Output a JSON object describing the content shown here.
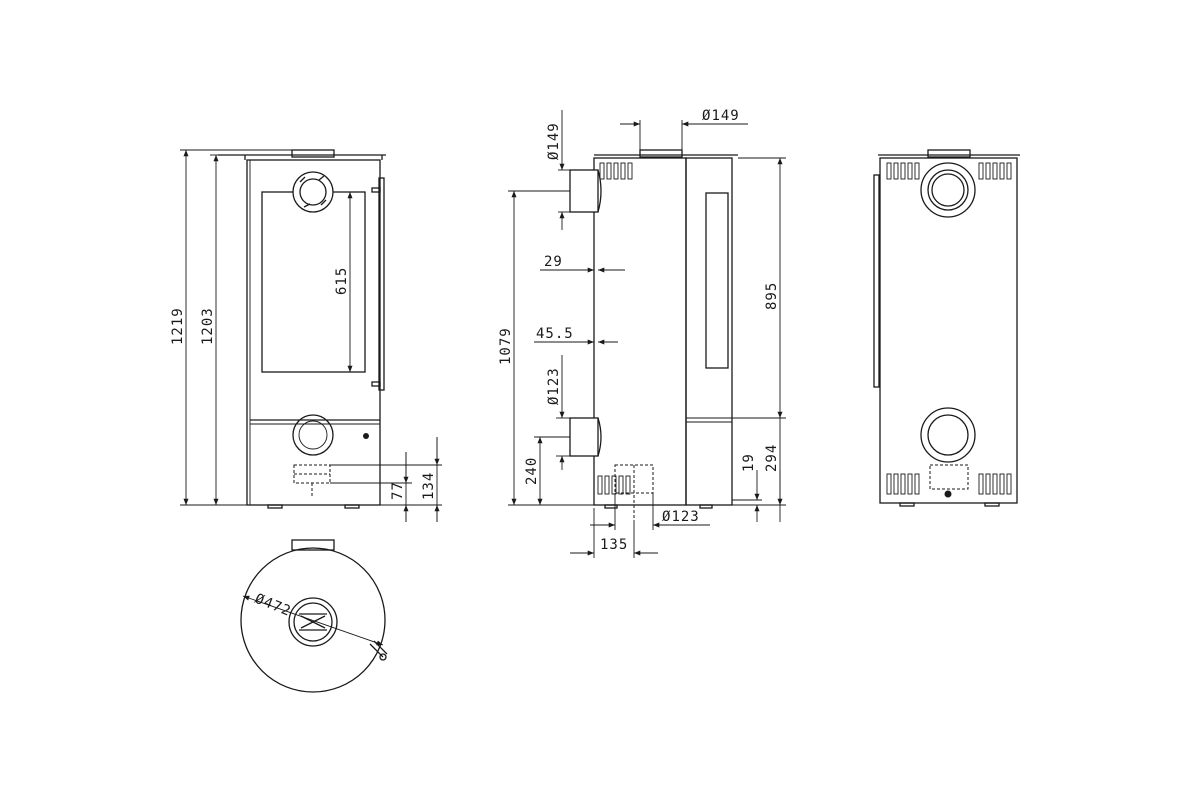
{
  "colors": {
    "line": "#1a1a1a",
    "background": "#ffffff"
  },
  "front_view": {
    "dim_total_height": "1219",
    "dim_body_height": "1203",
    "dim_window_height": "615",
    "dim_lower_inlet_top": "134",
    "dim_lower_inlet_center": "77"
  },
  "side_view": {
    "dim_top_flue_diameter": "149",
    "dim_rear_flue_diameter": "149",
    "dim_rear_flue_offset": "29",
    "dim_rear_flue_height": "1079",
    "dim_rear_inlet_offset": "45.5",
    "dim_rear_inlet_diameter": "123",
    "dim_rear_inlet_height": "240",
    "dim_side_height": "895",
    "dim_base_small": "19",
    "dim_base_height": "294",
    "dim_bottom_inlet_diameter": "123",
    "dim_bottom_inlet_offset": "135"
  },
  "top_view": {
    "dim_body_diameter": "472"
  },
  "symbols": {
    "diameter": "Ø"
  }
}
